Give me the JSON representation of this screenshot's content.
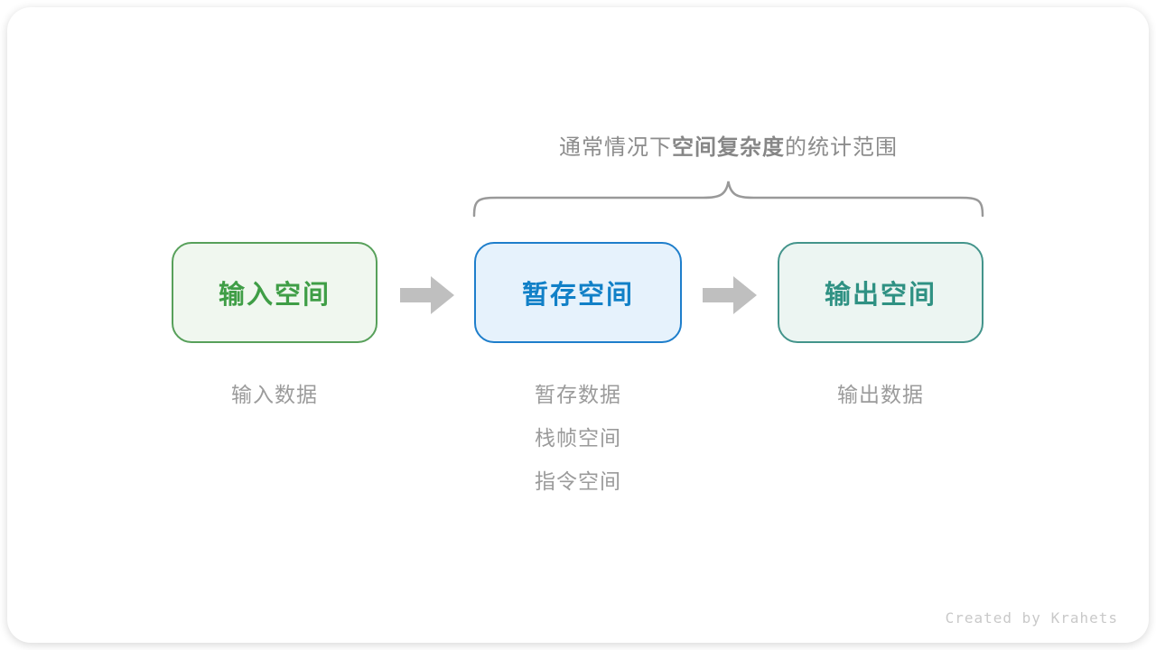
{
  "annotation": {
    "prefix": "通常情况下",
    "bold": "空间复杂度",
    "suffix": "的统计范围"
  },
  "boxes": [
    {
      "id": "input-space",
      "label": "输入空间",
      "sub": [
        "输入数据"
      ]
    },
    {
      "id": "temp-space",
      "label": "暂存空间",
      "sub": [
        "暂存数据",
        "栈帧空间",
        "指令空间"
      ]
    },
    {
      "id": "output-space",
      "label": "输出空间",
      "sub": [
        "输出数据"
      ]
    }
  ],
  "watermark": "Created by Krahets",
  "colors": {
    "green_border": "#57a05a",
    "green_text": "#3f9e46",
    "green_fill": "#f0f7ef",
    "blue_border": "#1e7ecb",
    "blue_text": "#1180c7",
    "blue_fill": "#e6f2fc",
    "teal_border": "#43948b",
    "teal_text": "#2f9183",
    "teal_fill": "#ecf5f2",
    "annotation_gray": "#8c8c8c",
    "sublabel_gray": "#9b9b9b",
    "arrow_gray": "#bfbfbf",
    "brace_gray": "#999999",
    "watermark_gray": "#c9c9c9"
  }
}
